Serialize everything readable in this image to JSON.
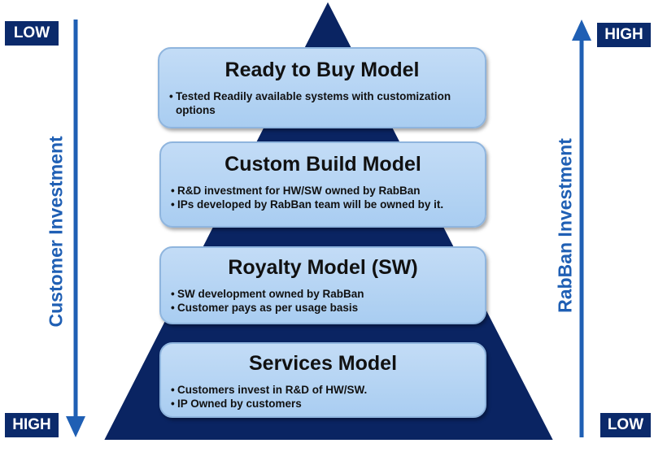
{
  "left_axis": {
    "label": "Customer Investment",
    "top_tag": "LOW",
    "bottom_tag": "HIGH"
  },
  "right_axis": {
    "label": "RabBan Investment",
    "top_tag": "HIGH",
    "bottom_tag": "LOW"
  },
  "colors": {
    "pyramid": "#0a2462",
    "tag_bg": "#0b2a6b",
    "arrow": "#1f5fb4",
    "box_fill": "#b7d4f3"
  },
  "models": [
    {
      "title": "Ready to Buy Model",
      "bullets": [
        "Tested Readily available systems with customization options"
      ]
    },
    {
      "title": "Custom Build Model",
      "bullets": [
        "R&D investment for HW/SW owned by RabBan",
        "IPs developed by RabBan team will be owned by it."
      ]
    },
    {
      "title": "Royalty Model (SW)",
      "bullets": [
        "SW development owned by RabBan",
        "Customer pays as per usage basis"
      ]
    },
    {
      "title": "Services Model",
      "bullets": [
        "Customers invest in R&D of HW/SW.",
        "IP Owned by customers"
      ]
    }
  ]
}
